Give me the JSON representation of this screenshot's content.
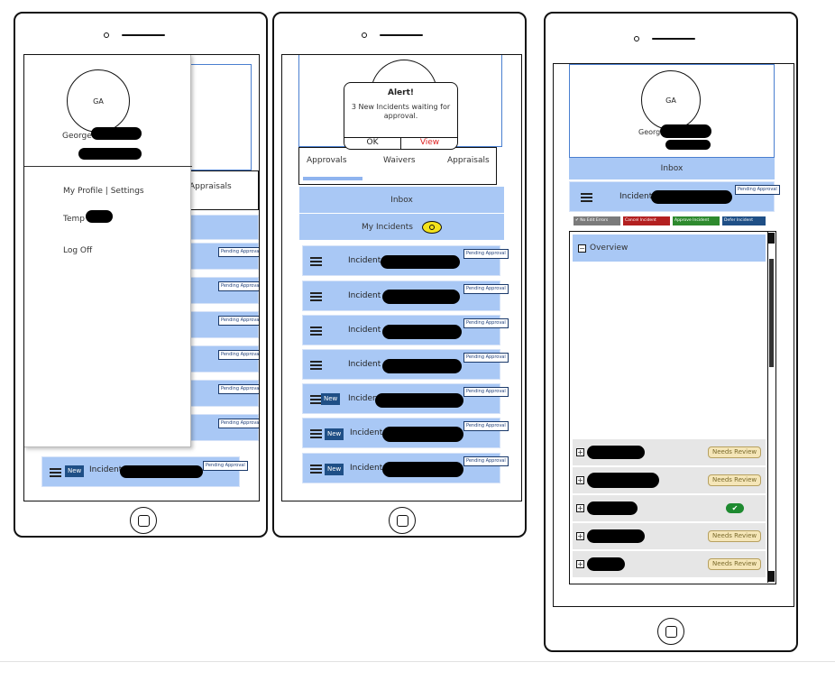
{
  "common": {
    "avatar_initials": "GA",
    "user_name_prefix": "George",
    "pending_badge": "Pending Approval",
    "new_badge": "New",
    "incident_label": "Incident"
  },
  "phone1": {
    "menu": {
      "items": [
        "My Profile | Settings",
        "Temp",
        "Log Off"
      ]
    },
    "tab_partial": "Appraisals"
  },
  "phone2": {
    "alert": {
      "title": "Alert!",
      "message": "3 New Incidents waiting for approval.",
      "ok": "OK",
      "view": "View"
    },
    "tabs": [
      "Approvals",
      "Waivers",
      "Appraisals"
    ],
    "inbox": "Inbox",
    "my_incidents": "My Incidents"
  },
  "phone3": {
    "inbox": "Inbox",
    "actions": [
      {
        "label": "✔ No Edit Errors",
        "color": "#7b7b7b"
      },
      {
        "label": "Cancel Incident",
        "color": "#b32020"
      },
      {
        "label": "Approve Incident",
        "color": "#2e8a2e"
      },
      {
        "label": "Defer Incident",
        "color": "#1f4f86"
      }
    ],
    "overview": "Overview",
    "list_status": [
      "Needs Review",
      "Needs Review",
      "check",
      "Needs Review",
      "Needs Review"
    ]
  },
  "colors": {
    "row_blue": "#a9c8f5",
    "pill_border": "#1b3a6b",
    "view_red": "#d22"
  }
}
